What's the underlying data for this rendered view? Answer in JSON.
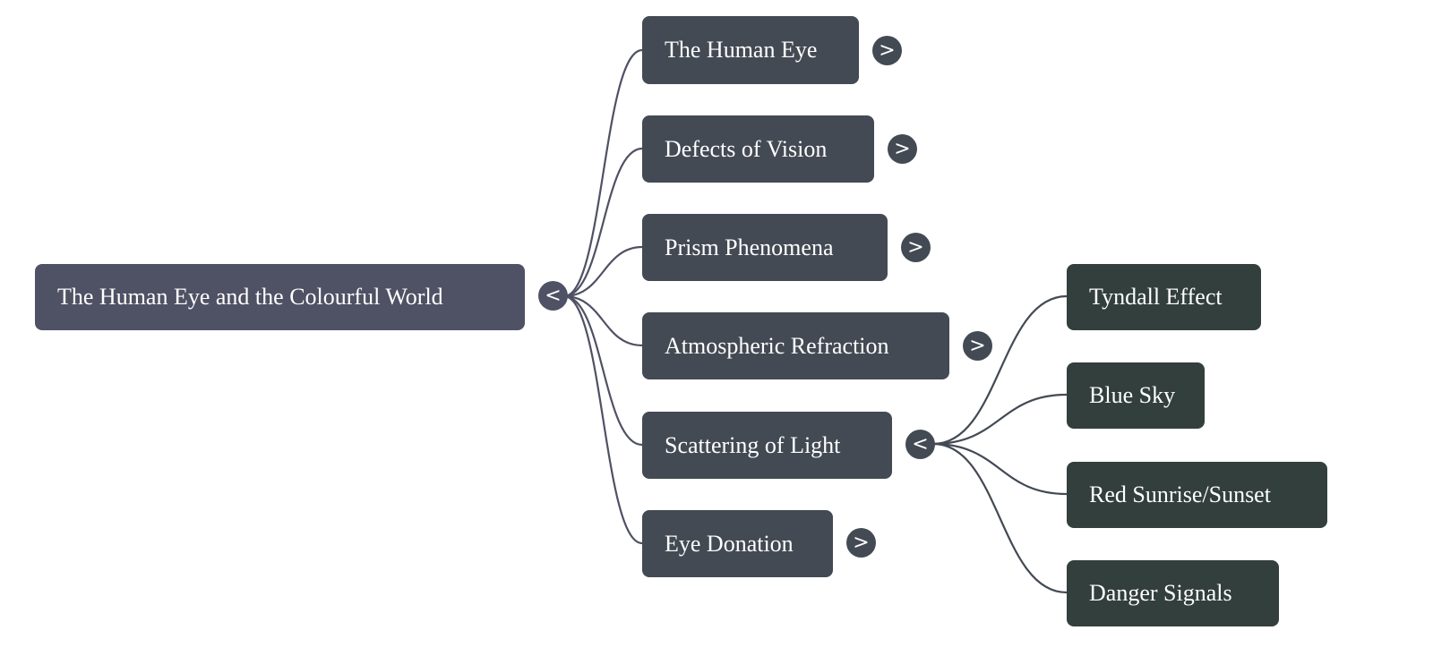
{
  "mindmap": {
    "root": {
      "label": "The Human Eye and the Colourful World",
      "toggle": "<",
      "toggle_icon": "collapse-icon",
      "color": "#4f5164"
    },
    "branches": [
      {
        "label": "The Human Eye",
        "toggle": ">",
        "toggle_icon": "expand-icon",
        "expanded": false
      },
      {
        "label": "Defects of Vision",
        "toggle": ">",
        "toggle_icon": "expand-icon",
        "expanded": false
      },
      {
        "label": "Prism Phenomena",
        "toggle": ">",
        "toggle_icon": "expand-icon",
        "expanded": false
      },
      {
        "label": "Atmospheric Refraction",
        "toggle": ">",
        "toggle_icon": "expand-icon",
        "expanded": false
      },
      {
        "label": "Scattering of Light",
        "toggle": "<",
        "toggle_icon": "collapse-icon",
        "expanded": true,
        "children": [
          {
            "label": "Tyndall Effect"
          },
          {
            "label": "Blue Sky"
          },
          {
            "label": "Red Sunrise/Sunset"
          },
          {
            "label": "Danger Signals"
          }
        ]
      },
      {
        "label": "Eye Donation",
        "toggle": ">",
        "toggle_icon": "expand-icon",
        "expanded": false
      }
    ],
    "colors": {
      "root": "#4f5164",
      "branch": "#434a54",
      "leaf": "#323f3d",
      "link": "#4f5164",
      "link_leaf": "#434a54"
    }
  }
}
